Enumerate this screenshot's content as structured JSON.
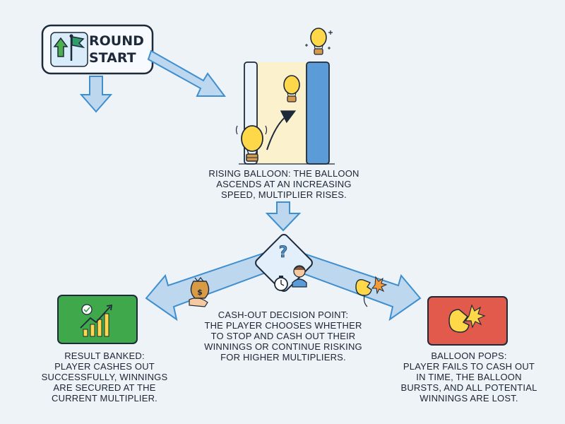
{
  "round_start": {
    "title_line1": "ROUND",
    "title_line2": "START"
  },
  "rising_balloon": {
    "lines": [
      "RISING BALLOON: THE BALLOON",
      "ASCENDS AT AN INCREASING",
      "SPEED, MULTIPLIER RISES."
    ]
  },
  "decision_point": {
    "question_mark": "?",
    "lines": [
      "CASH-OUT DECISION POINT:",
      "THE PLAYER CHOOSES WHETHER",
      "TO STOP AND CASH OUT THEIR",
      "WINNINGS OR CONTINUE RISKING",
      "FOR HIGHER MULTIPLIERS."
    ]
  },
  "result_banked": {
    "lines": [
      "RESULT BANKED:",
      "PLAYER CASHES OUT",
      "SUCCESSFULLY, WINNINGS",
      "ARE SECURED AT THE",
      "CURRENT MULTIPLIER."
    ]
  },
  "balloon_pops": {
    "lines": [
      "BALLOON POPS:",
      "PLAYER FAILS TO CASH OUT",
      "IN TIME, THE BALLOON",
      "BURSTS, AND ALL POTENTIAL",
      "WINNINGS ARE LOST."
    ]
  },
  "colors": {
    "arrow_fill": "#bcd7ee",
    "arrow_stroke": "#3f8fcf",
    "outline": "#1e2a3a",
    "green_card": "#3fa84a",
    "red_card": "#e25a4c",
    "balloon": "#ffd84a",
    "column_blue": "#5b9bd8"
  },
  "icons": [
    "flag-icon",
    "up-arrow-icon",
    "balloon-icon",
    "question-icon",
    "stopwatch-icon",
    "player-icon",
    "money-bag-icon",
    "popping-balloon-icon",
    "growth-chart-icon",
    "check-icon",
    "burst-icon"
  ]
}
